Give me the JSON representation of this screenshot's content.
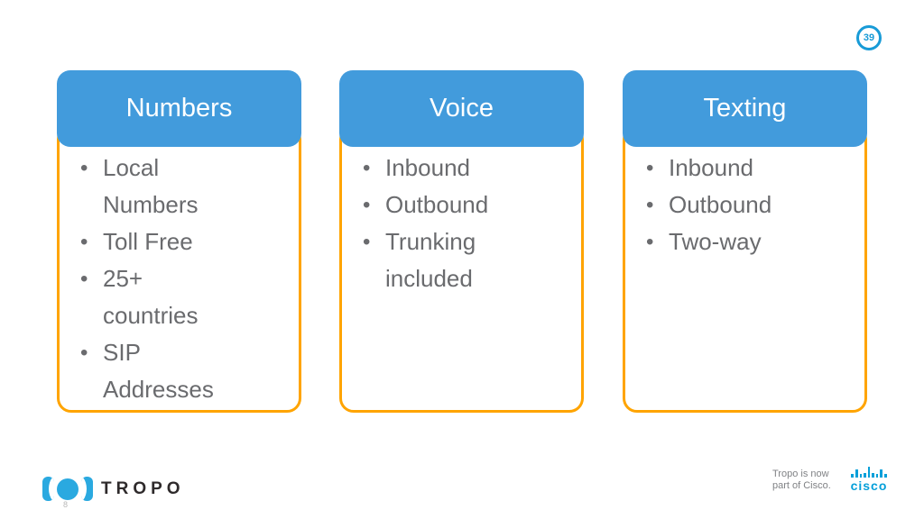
{
  "slide": {
    "page_number": "39",
    "cards": [
      {
        "title": "Numbers",
        "items": [
          "Local\nNumbers",
          "Toll Free",
          "25+\ncountries",
          "SIP\nAddresses"
        ]
      },
      {
        "title": "Voice",
        "items": [
          "Inbound",
          "Outbound",
          "Trunking\nincluded"
        ]
      },
      {
        "title": "Texting",
        "items": [
          "Inbound",
          "Outbound",
          "Two-way"
        ]
      }
    ]
  },
  "footer": {
    "tropo_wordmark": "TROPO",
    "cisco_note_line1": "Tropo is now",
    "cisco_note_line2": "part of Cisco.",
    "cisco_wordmark": "cisco",
    "stray_glyph": "8"
  },
  "colors": {
    "card_header_blue": "#429BDC",
    "card_border_orange": "#FFA400",
    "body_text_gray": "#6A6B6E",
    "badge_blue": "#189BD7",
    "tropo_blue": "#2AA9E0",
    "tropo_text": "#2E2A2B",
    "cisco_blue": "#049FD9",
    "note_gray": "#808285"
  }
}
